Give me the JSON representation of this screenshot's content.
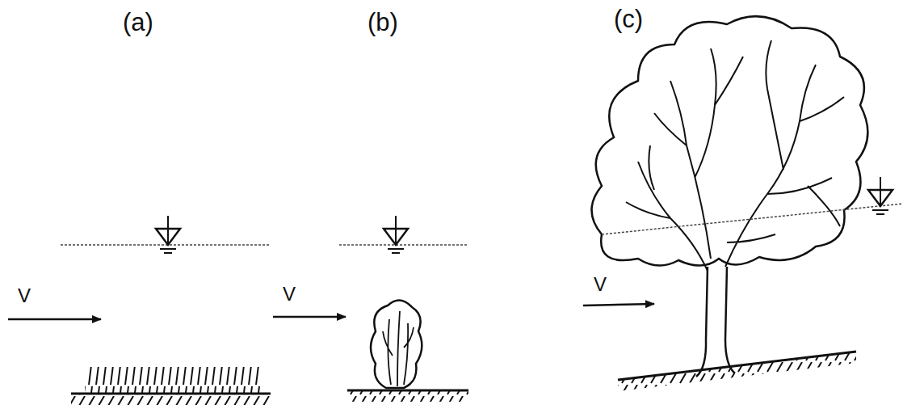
{
  "diagram": {
    "labels": [
      "(a)",
      "(b)",
      "(c)",
      "V",
      "V",
      "V"
    ]
  }
}
